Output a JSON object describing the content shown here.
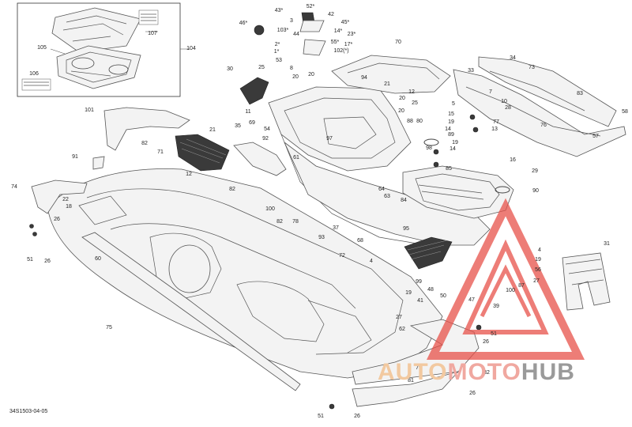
{
  "diagram": {
    "reference_code": "34S1503-04-05",
    "watermark": {
      "part1": "AUTO",
      "part2": "MOTO",
      "part3": "HUB"
    },
    "callouts": [
      {
        "id": "c1",
        "text": "107"
      },
      {
        "id": "c2",
        "text": "104"
      },
      {
        "id": "c3",
        "text": "105"
      },
      {
        "id": "c4",
        "text": "106"
      },
      {
        "id": "c5",
        "text": "46*"
      },
      {
        "id": "c6",
        "text": "43*"
      },
      {
        "id": "c7",
        "text": "52*"
      },
      {
        "id": "c8",
        "text": "42"
      },
      {
        "id": "c9",
        "text": "3"
      },
      {
        "id": "c10",
        "text": "45*"
      },
      {
        "id": "c11",
        "text": "103*"
      },
      {
        "id": "c12",
        "text": "14*"
      },
      {
        "id": "c13",
        "text": "44"
      },
      {
        "id": "c14",
        "text": "23*"
      },
      {
        "id": "c15",
        "text": "55*"
      },
      {
        "id": "c16",
        "text": "17*"
      },
      {
        "id": "c17",
        "text": "2*"
      },
      {
        "id": "c18",
        "text": "102(*)"
      },
      {
        "id": "c19",
        "text": "1*"
      },
      {
        "id": "c20",
        "text": "70"
      },
      {
        "id": "c21",
        "text": "53"
      },
      {
        "id": "c22",
        "text": "8"
      },
      {
        "id": "c23",
        "text": "30"
      },
      {
        "id": "c24",
        "text": "25"
      },
      {
        "id": "c25",
        "text": "20"
      },
      {
        "id": "c26",
        "text": "20"
      },
      {
        "id": "c27",
        "text": "94"
      },
      {
        "id": "c28",
        "text": "21"
      },
      {
        "id": "c29",
        "text": "12"
      },
      {
        "id": "c30",
        "text": "20"
      },
      {
        "id": "c31",
        "text": "25"
      },
      {
        "id": "c32",
        "text": "20"
      },
      {
        "id": "c33",
        "text": "11"
      },
      {
        "id": "c34",
        "text": "69"
      },
      {
        "id": "c35",
        "text": "54"
      },
      {
        "id": "c36",
        "text": "34"
      },
      {
        "id": "c37",
        "text": "33"
      },
      {
        "id": "c38",
        "text": "73"
      },
      {
        "id": "c39",
        "text": "83"
      },
      {
        "id": "c40",
        "text": "58"
      },
      {
        "id": "c41",
        "text": "101"
      },
      {
        "id": "c42",
        "text": "21"
      },
      {
        "id": "c43",
        "text": "35"
      },
      {
        "id": "c44",
        "text": "71"
      },
      {
        "id": "c45",
        "text": "92"
      },
      {
        "id": "c46",
        "text": "82"
      },
      {
        "id": "c47",
        "text": "91"
      },
      {
        "id": "c48",
        "text": "12"
      },
      {
        "id": "c49",
        "text": "82"
      },
      {
        "id": "c50",
        "text": "97"
      },
      {
        "id": "c51",
        "text": "88"
      },
      {
        "id": "c52",
        "text": "80"
      },
      {
        "id": "c53",
        "text": "5"
      },
      {
        "id": "c54",
        "text": "7"
      },
      {
        "id": "c55",
        "text": "10"
      },
      {
        "id": "c56",
        "text": "28"
      },
      {
        "id": "c57",
        "text": "15"
      },
      {
        "id": "c58",
        "text": "19"
      },
      {
        "id": "c59",
        "text": "14"
      },
      {
        "id": "c60",
        "text": "77"
      },
      {
        "id": "c61",
        "text": "13"
      },
      {
        "id": "c62",
        "text": "76"
      },
      {
        "id": "c63",
        "text": "57"
      },
      {
        "id": "c64",
        "text": "89"
      },
      {
        "id": "c65",
        "text": "98"
      },
      {
        "id": "c66",
        "text": "19"
      },
      {
        "id": "c67",
        "text": "14"
      },
      {
        "id": "c68",
        "text": "16"
      },
      {
        "id": "c69",
        "text": "85"
      },
      {
        "id": "c70",
        "text": "29"
      },
      {
        "id": "c71",
        "text": "90"
      },
      {
        "id": "c72",
        "text": "61"
      },
      {
        "id": "c73",
        "text": "100"
      },
      {
        "id": "c74",
        "text": "78"
      },
      {
        "id": "c75",
        "text": "82"
      },
      {
        "id": "c76",
        "text": "64"
      },
      {
        "id": "c77",
        "text": "63"
      },
      {
        "id": "c78",
        "text": "84"
      },
      {
        "id": "c79",
        "text": "37"
      },
      {
        "id": "c80",
        "text": "93"
      },
      {
        "id": "c81",
        "text": "68"
      },
      {
        "id": "c82",
        "text": "95"
      },
      {
        "id": "c83",
        "text": "74"
      },
      {
        "id": "c84",
        "text": "22"
      },
      {
        "id": "c85",
        "text": "18"
      },
      {
        "id": "c86",
        "text": "26"
      },
      {
        "id": "c87",
        "text": "51"
      },
      {
        "id": "c88",
        "text": "26"
      },
      {
        "id": "c89",
        "text": "60"
      },
      {
        "id": "c90",
        "text": "72"
      },
      {
        "id": "c91",
        "text": "4"
      },
      {
        "id": "c92",
        "text": "75"
      },
      {
        "id": "c93",
        "text": "31"
      },
      {
        "id": "c94",
        "text": "4"
      },
      {
        "id": "c95",
        "text": "19"
      },
      {
        "id": "c96",
        "text": "56"
      },
      {
        "id": "c97",
        "text": "27"
      },
      {
        "id": "c98",
        "text": "87"
      },
      {
        "id": "c99",
        "text": "100"
      },
      {
        "id": "c100",
        "text": "39"
      },
      {
        "id": "c101",
        "text": "47"
      },
      {
        "id": "c102",
        "text": "50"
      },
      {
        "id": "c103",
        "text": "48"
      },
      {
        "id": "c104",
        "text": "99"
      },
      {
        "id": "c105",
        "text": "19"
      },
      {
        "id": "c106",
        "text": "41"
      },
      {
        "id": "c107",
        "text": "27"
      },
      {
        "id": "c108",
        "text": "62"
      },
      {
        "id": "c109",
        "text": "51"
      },
      {
        "id": "c110",
        "text": "26"
      },
      {
        "id": "c111",
        "text": "79"
      },
      {
        "id": "c112",
        "text": "32"
      },
      {
        "id": "c113",
        "text": "81"
      },
      {
        "id": "c114",
        "text": "26"
      },
      {
        "id": "c115",
        "text": "51"
      },
      {
        "id": "c116",
        "text": "26"
      }
    ]
  }
}
